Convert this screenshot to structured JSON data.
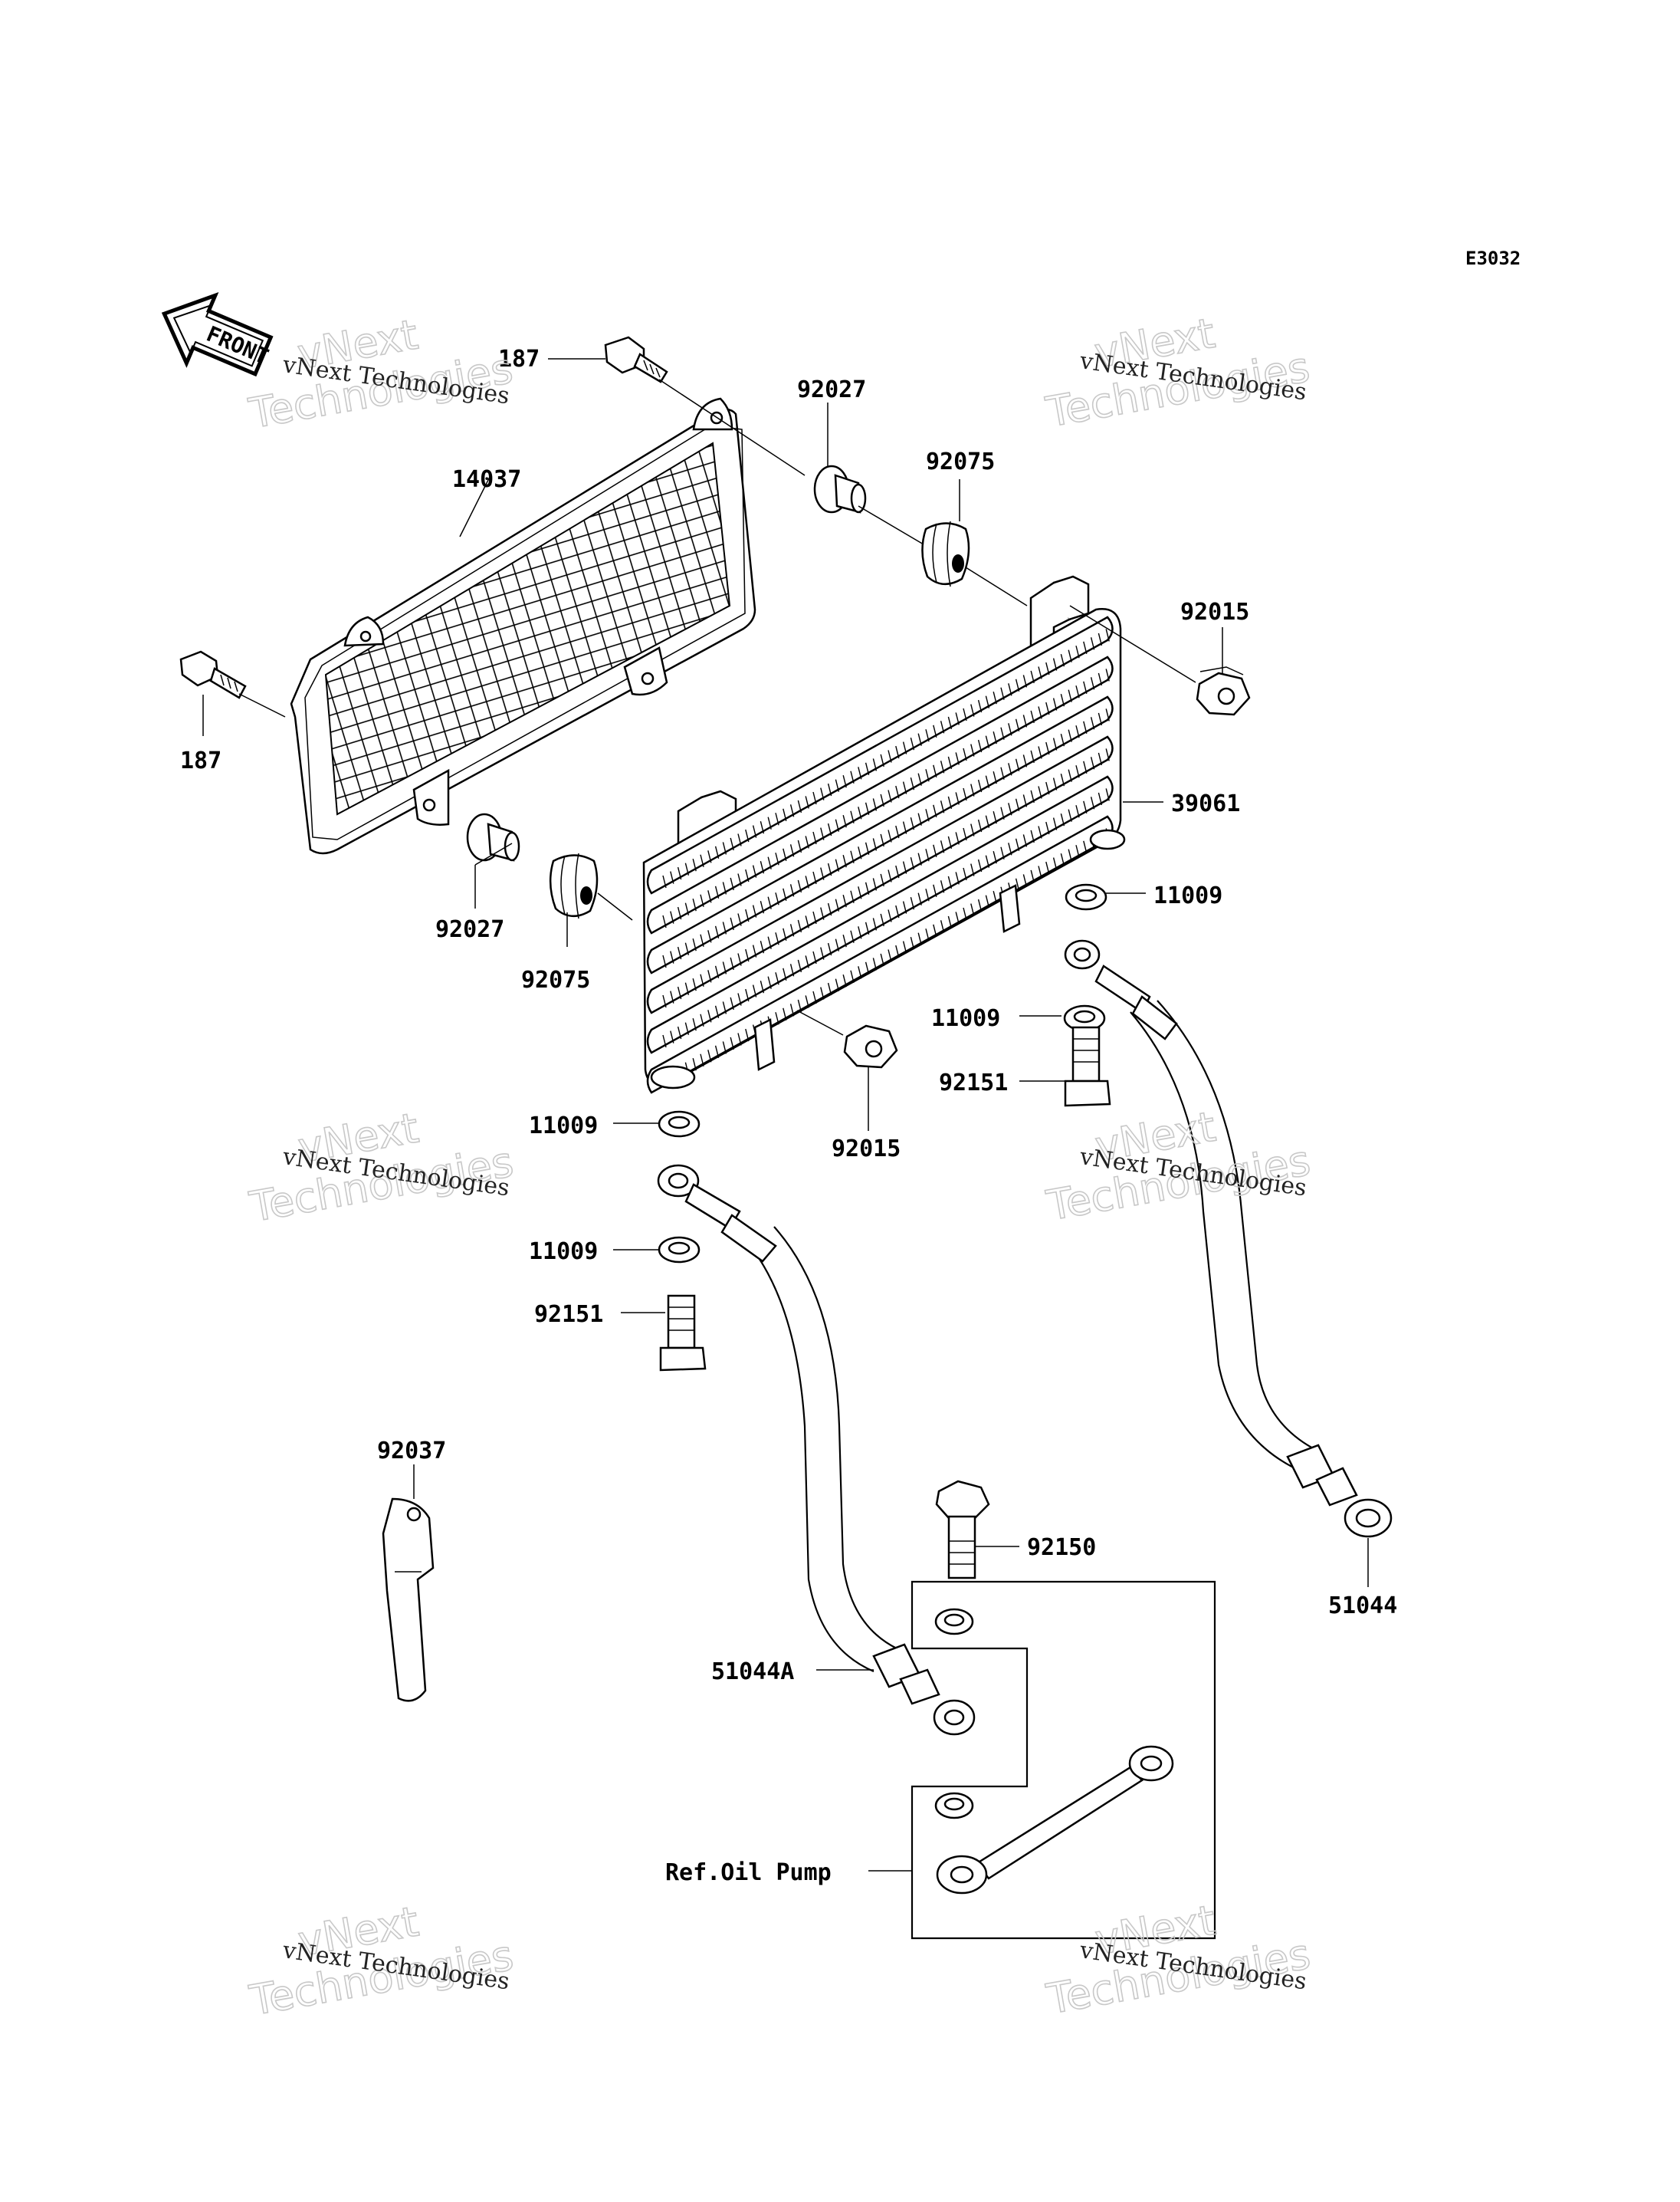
{
  "diagram_code": "E3032",
  "front_label": "FRONT",
  "labels": {
    "p187_top": "187",
    "p187_left": "187",
    "p14037": "14037",
    "p92027_top": "92027",
    "p92075_top": "92075",
    "p92015_top": "92015",
    "p39061": "39061",
    "p11009_a": "11009",
    "p92027_bottom": "92027",
    "p92075_bottom": "92075",
    "p11009_b": "11009",
    "p92151_right": "92151",
    "p11009_c": "11009",
    "p92015_bottom": "92015",
    "p11009_d": "11009",
    "p92151_left": "92151",
    "p92037": "92037",
    "p92150": "92150",
    "p51044": "51044",
    "p51044A": "51044A",
    "ref_oil_pump": "Ref.Oil Pump"
  },
  "watermark": {
    "line1": "vNext",
    "line2": "Technologies",
    "small": "vNext Technologies"
  }
}
